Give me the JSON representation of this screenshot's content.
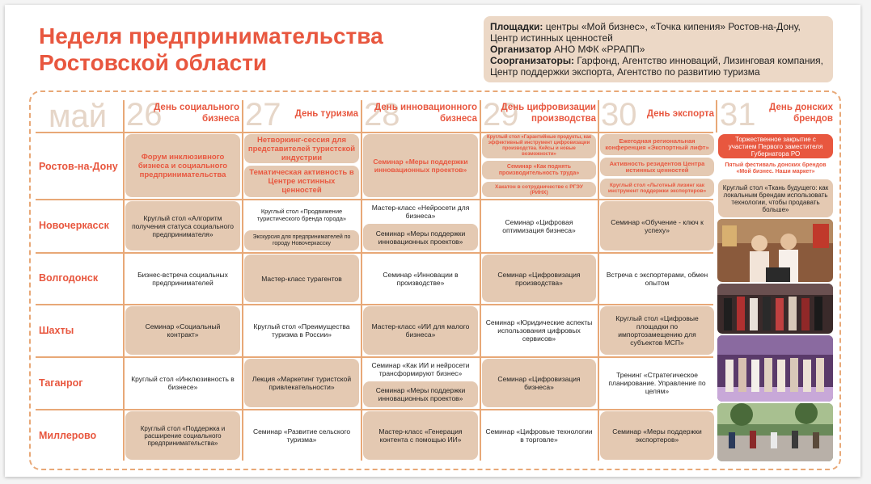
{
  "title": {
    "line1": "Неделя предпринимательства",
    "line2": "Ростовской области"
  },
  "info": {
    "venues_label": "Площадки:",
    "venues_text": " центры «Мой бизнес», «Точка кипения» Ростов-на-Дону, Центр истинных ценностей",
    "organizer_label": "Организатор",
    "organizer_text": " АНО МФК «РРАПП»",
    "coorg_label": "Соорганизаторы:",
    "coorg_text": " Гарфонд, Агентство инноваций, Лизинговая компания, Центр поддержки экспорта, Агентство по развитию туризма"
  },
  "month": "май",
  "days": [
    {
      "num": "26",
      "label": "День социального бизнеса"
    },
    {
      "num": "27",
      "label": "День туризма"
    },
    {
      "num": "28",
      "label": "День инновационного бизнеса"
    },
    {
      "num": "29",
      "label": "День цифровизации производства"
    },
    {
      "num": "30",
      "label": "День экспорта"
    },
    {
      "num": "31",
      "label": "День донских брендов"
    }
  ],
  "cities": [
    "Ростов-на-Дону",
    "Новочеркасск",
    "Волгодонск",
    "Шахты",
    "Таганрог",
    "Миллерово"
  ],
  "rostov": {
    "d26": "Форум инклюзивного бизнеса и социального предпринимательства",
    "d27a": "Нетворкинг-сессия для представителей туристской индустрии",
    "d27b": "Тематическая активность в Центре истинных ценностей",
    "d28": "Семинар «Меры поддержки инновационных проектов»",
    "d29a": "Круглый стол «Гарантийные продукты, как эффективный инструмент цифровизации производства. Кейсы и новые возможности»",
    "d29b": "Семинар «Как поднять производительность труда»",
    "d29c": "Хакатон в сотрудничестве с РГЭУ (РИНХ)",
    "d30a": "Ежегодная региональная конференция «Экспортный лифт»",
    "d30b": "Активность резидентов Центра истинных ценностей",
    "d30c": "Круглый стол «Льготный лизинг как инструмент поддержки экспортеров»",
    "d31a": "Торжественное закрытие с участием Первого заместителя Губернатора РО",
    "d31b": "Пятый фестиваль донских брендов «Мой бизнес. Наши маркет»",
    "d31c": "Круглый стол «Ткань будущего: как локальным брендам использовать технологии, чтобы продавать больше»"
  },
  "novocherkassk": {
    "d26": "Круглый стол «Алгоритм получения статуса социального предпринимателя»",
    "d27a": "Круглый стол «Продвижение туристического бренда города»",
    "d27b": "Экскурсия для предпринимателей по городу Новочеркасску",
    "d28a": "Мастер-класс «Нейросети для бизнеса»",
    "d28b": "Семинар «Меры поддержки инновационных проектов»",
    "d29": "Семинар «Цифровая оптимизация бизнеса»",
    "d30": "Семинар «Обучение - ключ к успеху»"
  },
  "volgodonsk": {
    "d26": "Бизнес-встреча социальных предпринимателей",
    "d27": "Мастер-класс турагентов",
    "d28": "Семинар «Инновации в производстве»",
    "d29": "Семинар «Цифровизация производства»",
    "d30": "Встреча с экспортерами, обмен опытом"
  },
  "shakhty": {
    "d26": "Семинар «Социальный контракт»",
    "d27": "Круглый стол «Преимущества туризма в России»",
    "d28": "Мастер-класс «ИИ для малого бизнеса»",
    "d29": "Семинар «Юридические аспекты использования цифровых сервисов»",
    "d30": "Круглый стол «Цифровые площадки по импортозамещению для субъектов МСП»"
  },
  "taganrog": {
    "d26": "Круглый стол «Инклюзивность в бизнесе»",
    "d27": "Лекция «Маркетинг туристской привлекательности»",
    "d28a": "Семинар «Как ИИ и нейросети трансформируют бизнес»",
    "d28b": "Семинар «Меры поддержки инновационных проектов»",
    "d29": "Семинар «Цифровизация бизнеса»",
    "d30": "Тренинг «Стратегическое планирование. Управление по целям»"
  },
  "millerovo": {
    "d26": "Круглый стол «Поддержка и расширение социального предпринимательства»",
    "d27": "Семинар «Развитие сельского туризма»",
    "d28": "Мастер-класс «Генерация контента с помощью ИИ»",
    "d29": "Семинар «Цифровые технологии в торговле»",
    "d30": "Семинар «Меры поддержки экспортеров»"
  },
  "colors": {
    "accent": "#e8573f",
    "beige": "#e4c9b2",
    "border": "#e8a877",
    "info_bg": "#ecd8c6"
  }
}
